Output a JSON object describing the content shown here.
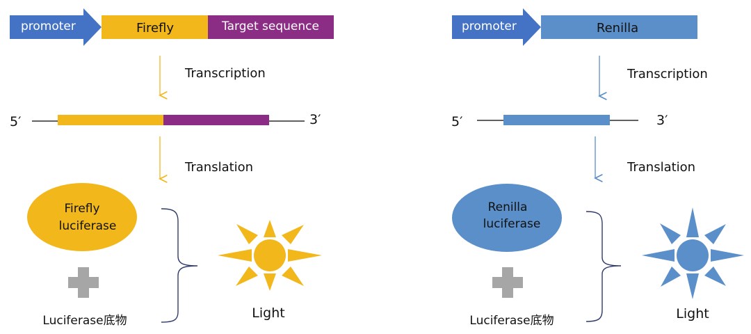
{
  "firefly": {
    "promoter": "promoter",
    "gene": "Firefly",
    "target": "Target sequence",
    "transcription": "Transcription",
    "five_prime": "5′",
    "three_prime": "3′",
    "translation": "Translation",
    "enzyme_line1": "Firefly",
    "enzyme_line2": "luciferase",
    "substrate": "Luciferase底物",
    "light": "Light"
  },
  "renilla": {
    "promoter": "promoter",
    "gene": "Renilla",
    "transcription": "Transcription",
    "five_prime": "5′",
    "three_prime": "3′",
    "translation": "Translation",
    "enzyme_line1": "Renilla",
    "enzyme_line2": "luciferase",
    "substrate": "Luciferase底物",
    "light": "Light"
  },
  "colors": {
    "promoter": "#4472C4",
    "firefly": "#F2B71B",
    "target": "#8C2D85",
    "renilla": "#5B8FC9",
    "plus": "#A6A6A6",
    "brace": "#2F3A6B",
    "line": "#000000"
  }
}
